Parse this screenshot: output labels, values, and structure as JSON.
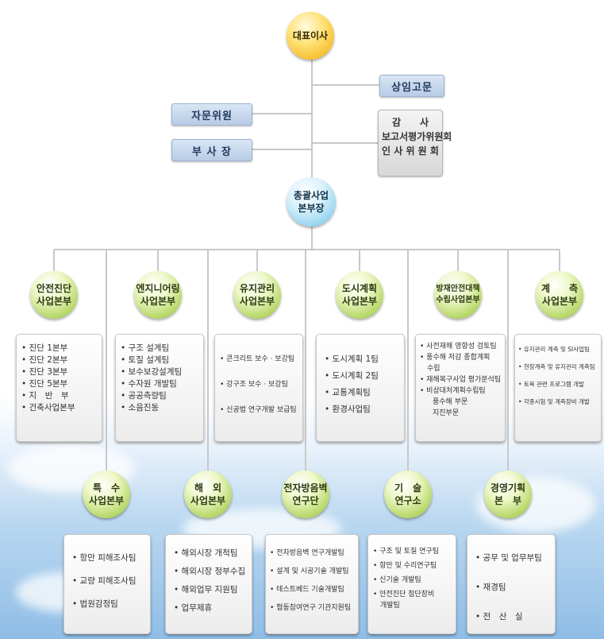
{
  "top": {
    "ceo": "대표이사",
    "advisor_standing": "상임고문",
    "advisory_committee": "자문위원",
    "vice_president": "부 사 장",
    "side_committees": [
      "감　　사",
      "보고서평가위원회",
      "인 사 위 원 회"
    ],
    "general_head": "총괄사업\n본부장"
  },
  "divisions_upper": [
    {
      "name": "안전진단\n사업본부",
      "items": [
        "진단 1본부",
        "진단 2본부",
        "진단 3본부",
        "진단 5본부",
        "지　반　부",
        "건축사업본부"
      ]
    },
    {
      "name": "엔지니어링\n사업본부",
      "items": [
        "구조 설계팀",
        "토질 설계팀",
        "보수보강설계팀",
        "수자원 개발팀",
        "공공측량팀",
        "소음진동"
      ]
    },
    {
      "name": "유지관리\n사업본부",
      "items": [
        "콘크리트 보수 · 보강팀",
        "강구조 보수 · 보강팀",
        "신공법 연구개발 보급팀"
      ]
    },
    {
      "name": "도시계획\n사업본부",
      "items": [
        "도시계획 1팀",
        "도시계획 2팀",
        "교통계획팀",
        "환경사업팀"
      ]
    },
    {
      "name": "방재안전대책\n수립사업본부",
      "items": [
        "사전재해 영향성 검토팀",
        "풍수해 저감 종합계획",
        "수립",
        "재해복구사업 평가분석팀",
        "비상대처계획수립팀",
        "풍수해 부문",
        "지진부문"
      ]
    },
    {
      "name": "계　　측\n사업본부",
      "items": [
        "유지관리 계측 및 SI사업팀",
        "현장계측 및 유지관리 계측팀",
        "토목 관련 프로그램 개발",
        "각종시험 및 계측장비 개발"
      ]
    }
  ],
  "divisions_lower": [
    {
      "name": "특　수\n사업본부",
      "items": [
        "항만 피해조사팀",
        "교량 피해조사팀",
        "법원감정팀"
      ]
    },
    {
      "name": "해　외\n사업본부",
      "items": [
        "해외시장 개척팀",
        "해외시장 정부수집",
        "해외업무 지원팀",
        "업무제휴"
      ]
    },
    {
      "name": "전자방음벽\n연구단",
      "items": [
        "전자방음벽 연구개발팀",
        "설계 및 시공기술 개발팀",
        "테스트베드 기술개발팀",
        "협동참여연구 기관지원팀"
      ]
    },
    {
      "name": "기　술\n연구소",
      "items": [
        "구조 및 토질 연구팀",
        "항만 및 수리연구팀",
        "신기술 개발팀",
        "안전진단 첨단장비",
        "개발팀"
      ]
    },
    {
      "name": "경영기획\n본　부",
      "items": [
        "공무 및 업무부팀",
        "재경팀",
        "전　산　실"
      ]
    }
  ]
}
